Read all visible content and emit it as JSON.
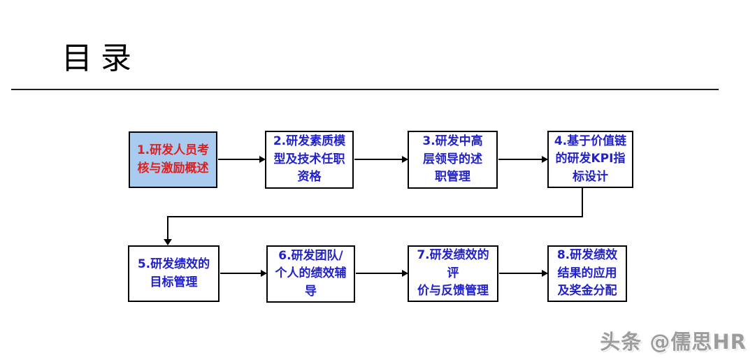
{
  "slide": {
    "title": "目录",
    "watermark": "头条 @儒思HR"
  },
  "colors": {
    "highlight_fill": "#A9CBF0",
    "highlight_text": "#D92222",
    "node_text": "#2121CC",
    "node_border": "#000000",
    "arrow": "#000000"
  },
  "flowchart": {
    "nodes": [
      {
        "label": "1.研发人员考\n核与激励概述",
        "highlighted": true
      },
      {
        "label": "2.研发素质模\n型及技术任职\n资格",
        "highlighted": false
      },
      {
        "label": "3.研发中高\n层领导的述\n职管理",
        "highlighted": false
      },
      {
        "label": "4.基于价值链\n的研发KPI指\n标设计",
        "highlighted": false
      },
      {
        "label": "5.研发绩效的\n目标管理",
        "highlighted": false
      },
      {
        "label": "6.研发团队/\n个人的绩效辅\n导",
        "highlighted": false
      },
      {
        "label": "7.研发绩效的评\n价与反馈管理",
        "highlighted": false
      },
      {
        "label": "8.研发绩效\n结果的应用\n及奖金分配",
        "highlighted": false
      }
    ]
  }
}
